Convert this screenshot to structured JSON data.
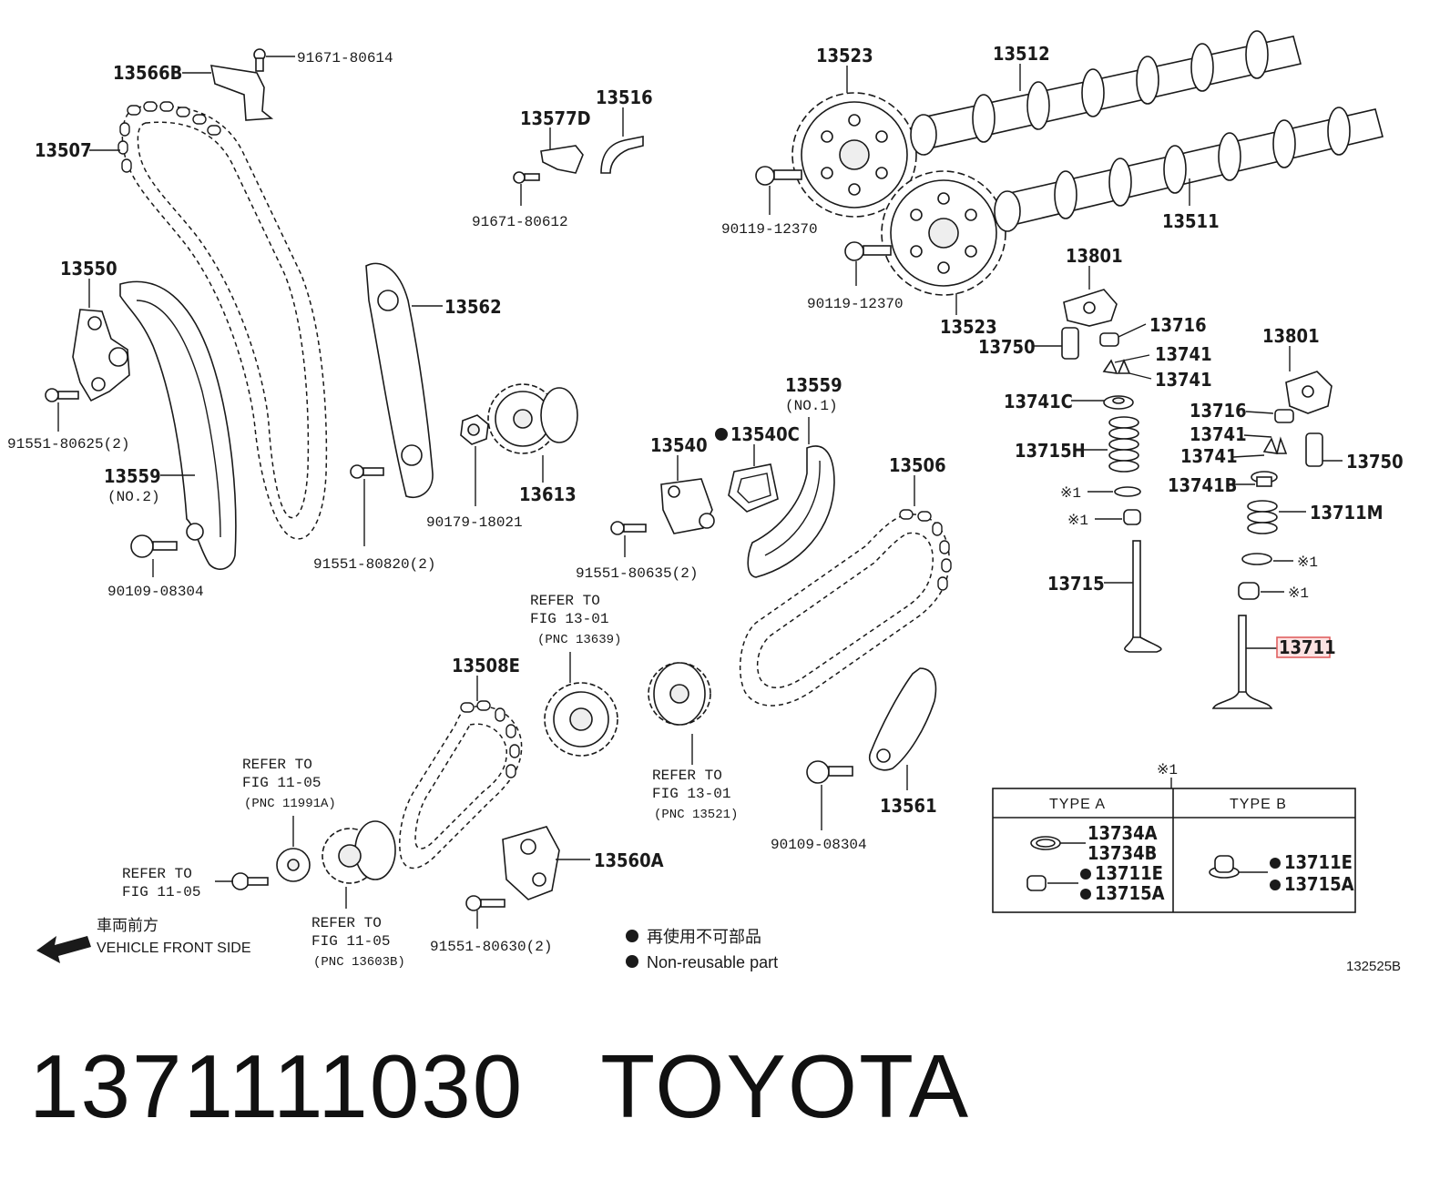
{
  "parts": {
    "p13566B": "13566B",
    "p91671_80614": "91671-80614",
    "p13507": "13507",
    "p13577D": "13577D",
    "p13516": "13516",
    "p91671_80612": "91671-80612",
    "p13523a": "13523",
    "p13512": "13512",
    "p90119_12370a": "90119-12370",
    "p13511": "13511",
    "p90119_12370b": "90119-12370",
    "p13523b": "13523",
    "p13550": "13550",
    "p91551_80625": "91551-80625(2)",
    "p13562": "13562",
    "p13559_no2": "13559",
    "p13559_no2_sub": "(NO.2)",
    "p90109_08304a": "90109-08304",
    "p91551_80820": "91551-80820(2)",
    "p90179_18021": "90179-18021",
    "p13613": "13613",
    "p13540": "13540",
    "p13540C": "13540C",
    "p13559_no1": "13559",
    "p13559_no1_sub": "(NO.1)",
    "p91551_80635": "91551-80635(2)",
    "p13506": "13506",
    "p13801a": "13801",
    "p13716a": "13716",
    "p13750a": "13750",
    "p13741a": "13741",
    "p13741b": "13741",
    "p13741C": "13741C",
    "p13715H": "13715H",
    "p13801b": "13801",
    "p13716b": "13716",
    "p13741c": "13741",
    "p13741d": "13741",
    "p13750b": "13750",
    "p13741B": "13741B",
    "p13711M": "13711M",
    "mark1a": "※1",
    "mark1b": "※1",
    "mark1c": "※1",
    "mark1d": "※1",
    "p13715": "13715",
    "p13711": "13711",
    "p13508E": "13508E",
    "p13561": "13561",
    "p90109_08304b": "90109-08304",
    "p13560A": "13560A",
    "p91551_80630": "91551-80630(2)"
  },
  "references": {
    "fig13_01a": [
      "REFER TO",
      "FIG 13-01",
      "(PNC 13639)"
    ],
    "fig13_01b": [
      "REFER TO",
      "FIG 13-01",
      "(PNC 13521)"
    ],
    "fig11_05a": [
      "REFER TO",
      "FIG 11-05",
      "(PNC 11991A)"
    ],
    "fig11_05b": [
      "REFER TO",
      "FIG 11-05"
    ],
    "fig11_05c": [
      "REFER TO",
      "FIG 11-05",
      "(PNC 13603B)"
    ]
  },
  "type_table": {
    "mark": "※1",
    "type_a": "TYPE A",
    "type_b": "TYPE B",
    "a_items": [
      "13734A",
      "13734B",
      "13711E",
      "13715A"
    ],
    "b_items": [
      "13711E",
      "13715A"
    ]
  },
  "legend": {
    "direction_jp": "車両前方",
    "direction_en": "VEHICLE FRONT SIDE",
    "nonreusable_jp": "再使用不可部品",
    "nonreusable_en": "Non-reusable part"
  },
  "figure_id": "132525B",
  "caption": {
    "part_number": "1371111030",
    "brand": "TOYOTA"
  },
  "colors": {
    "highlight_fill": "#fde3e3",
    "highlight_stroke": "#e06060",
    "ink": "#1a1a1a"
  }
}
